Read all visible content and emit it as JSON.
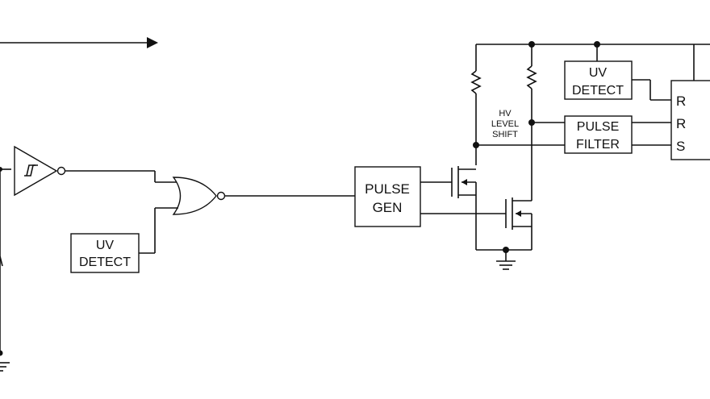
{
  "blocks": {
    "uv_detect_left": {
      "line1": "UV",
      "line2": "DETECT"
    },
    "uv_detect_right": {
      "line1": "UV",
      "line2": "DETECT"
    },
    "pulse_gen": {
      "line1": "PULSE",
      "line2": "GEN"
    },
    "pulse_filter": {
      "line1": "PULSE",
      "line2": "FILTER"
    },
    "latch": {
      "pin1": "R",
      "pin2": "R",
      "pin3": "S"
    }
  },
  "annotations": {
    "hv_level_shift": {
      "line1": "HV",
      "line2": "LEVEL",
      "line3": "SHIFT"
    }
  },
  "icons": [
    "arrow-right-icon",
    "schmitt-buffer-icon",
    "nor-gate-icon",
    "resistor-icon",
    "nmos-transistor-icon",
    "ground-icon"
  ],
  "colors": {
    "ink": "#111111",
    "background": "#ffffff"
  }
}
